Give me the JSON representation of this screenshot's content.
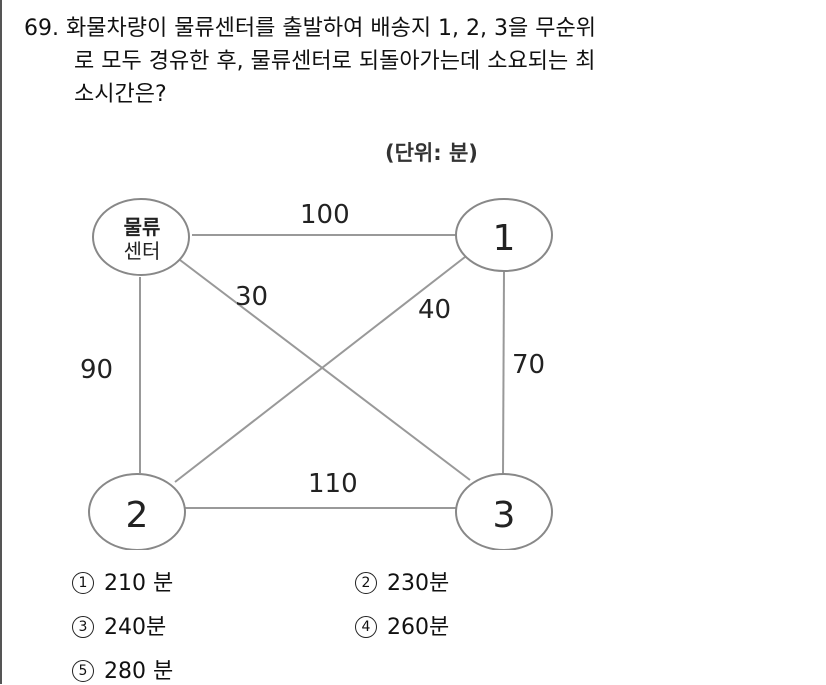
{
  "question": {
    "number": "69.",
    "lines": [
      "화물차량이 물류센터를 출발하여 배송지 1, 2, 3을 무순위",
      "로 모두 경유한 후, 물류센터로 되돌아가는데 소요되는 최",
      "소시간은?"
    ]
  },
  "diagram": {
    "unit_label": "(단위: 분)",
    "nodes": [
      {
        "id": "center",
        "label_line1": "물류",
        "label_line2": "센터"
      },
      {
        "id": "1",
        "label": "1"
      },
      {
        "id": "2",
        "label": "2"
      },
      {
        "id": "3",
        "label": "3"
      }
    ],
    "edges": [
      {
        "from": "center",
        "to": "1",
        "weight": "100"
      },
      {
        "from": "center",
        "to": "3",
        "weight": "30"
      },
      {
        "from": "1",
        "to": "2",
        "weight": "40"
      },
      {
        "from": "center",
        "to": "2",
        "weight": "90"
      },
      {
        "from": "1",
        "to": "3",
        "weight": "70"
      },
      {
        "from": "2",
        "to": "3",
        "weight": "110"
      }
    ]
  },
  "choices": [
    {
      "marker": "1",
      "text": "210 분"
    },
    {
      "marker": "2",
      "text": "230분"
    },
    {
      "marker": "3",
      "text": "240분"
    },
    {
      "marker": "4",
      "text": "260분"
    },
    {
      "marker": "5",
      "text": "280 분"
    }
  ]
}
